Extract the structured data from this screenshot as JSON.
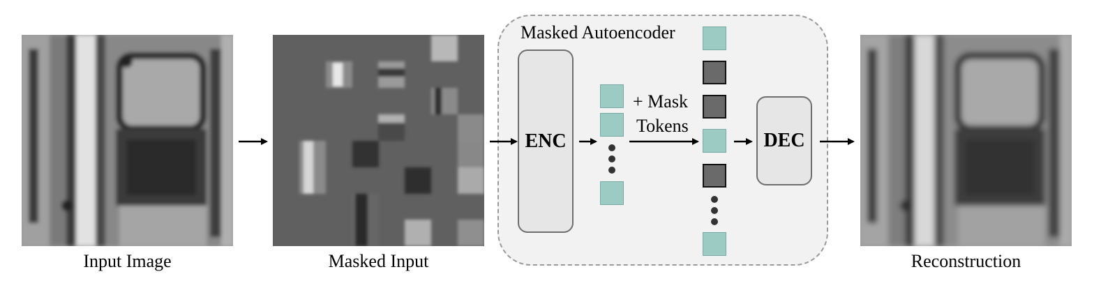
{
  "captions": {
    "input": "Input Image",
    "masked": "Masked Input",
    "reconstruction": "Reconstruction"
  },
  "mae": {
    "title": "Masked Autoencoder",
    "encoder": "ENC",
    "decoder": "DEC",
    "mask_tokens_line1": "+ Mask",
    "mask_tokens_line2": "Tokens"
  },
  "colors": {
    "visible_token": "#9ccbc4",
    "mask_token": "#6a6a6a",
    "mask_fill": "#606060",
    "box_bg": "#f2f2f2"
  }
}
